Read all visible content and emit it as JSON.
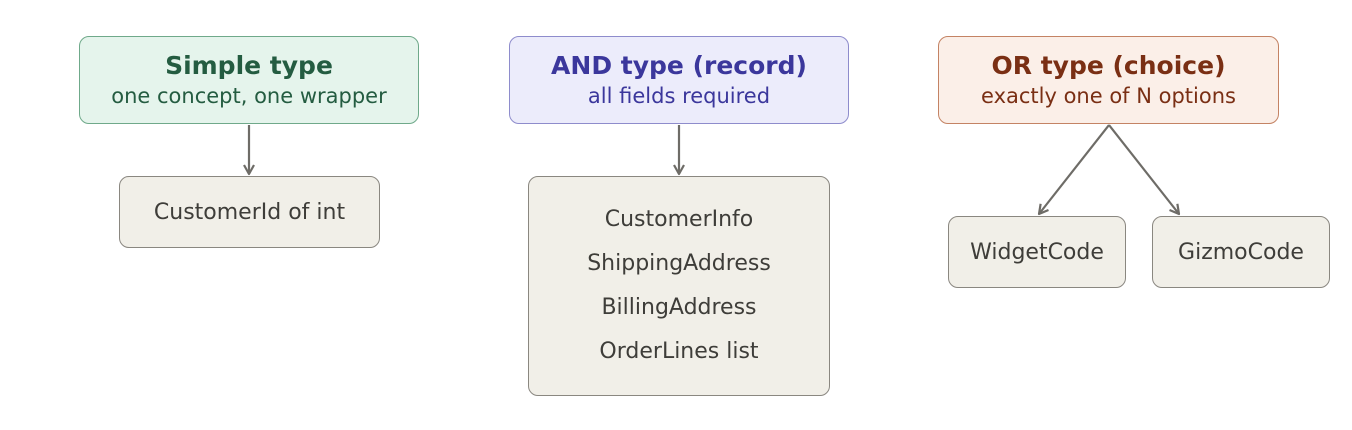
{
  "simple_type": {
    "title": "Simple type",
    "subtitle": "one concept, one wrapper",
    "child": "CustomerId of int"
  },
  "and_type": {
    "title": "AND type (record)",
    "subtitle": "all fields required",
    "fields": [
      "CustomerInfo",
      "ShippingAddress",
      "BillingAddress",
      "OrderLines list"
    ]
  },
  "or_type": {
    "title": "OR type (choice)",
    "subtitle": "exactly one of N options",
    "options": [
      "WidgetCode",
      "GizmoCode"
    ]
  },
  "colors": {
    "simple_fill": "#e5f4ec",
    "simple_text": "#245c41",
    "and_fill": "#ececfb",
    "and_text": "#3b379c",
    "or_fill": "#fbefe8",
    "or_text": "#7a2f14",
    "leaf_fill": "#f1efe8",
    "arrow": "#6e6c67"
  }
}
